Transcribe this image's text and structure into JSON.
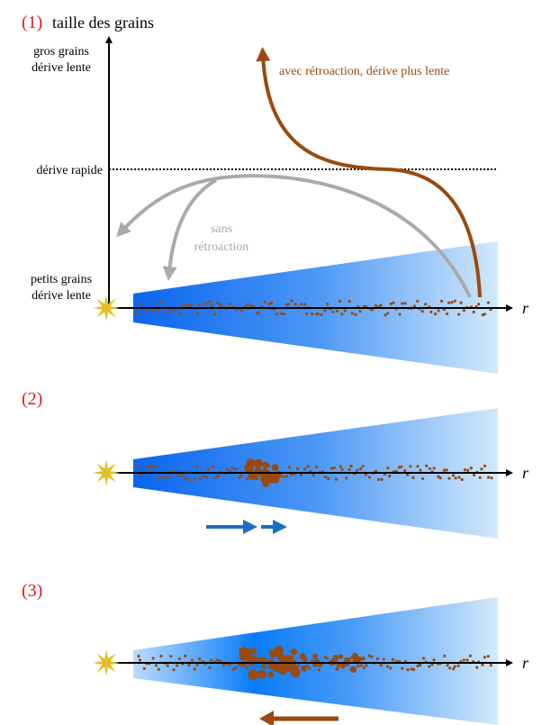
{
  "panel1": {
    "number": "(1)",
    "axis_title": "taille des grains",
    "label_large_1": "gros grains",
    "label_large_2": "dérive lente",
    "label_fast": "dérive rapide",
    "label_small_1": "petits grains",
    "label_small_2": "dérive lente",
    "feedback_label": "avec rétroaction, dérive plus lente",
    "no_feedback_1": "sans",
    "no_feedback_2": "rétroaction",
    "r_label": "r"
  },
  "panel2": {
    "number": "(2)",
    "r_label": "r"
  },
  "panel3": {
    "number": "(3)",
    "r_label": "r"
  },
  "colors": {
    "red": "#e8191d",
    "brown": "#9a4a0e",
    "gray": "#aaaaaa",
    "blue": "#0a6cf0",
    "star": "#e2bf22",
    "arrow_blue": "#1a6fc4"
  }
}
